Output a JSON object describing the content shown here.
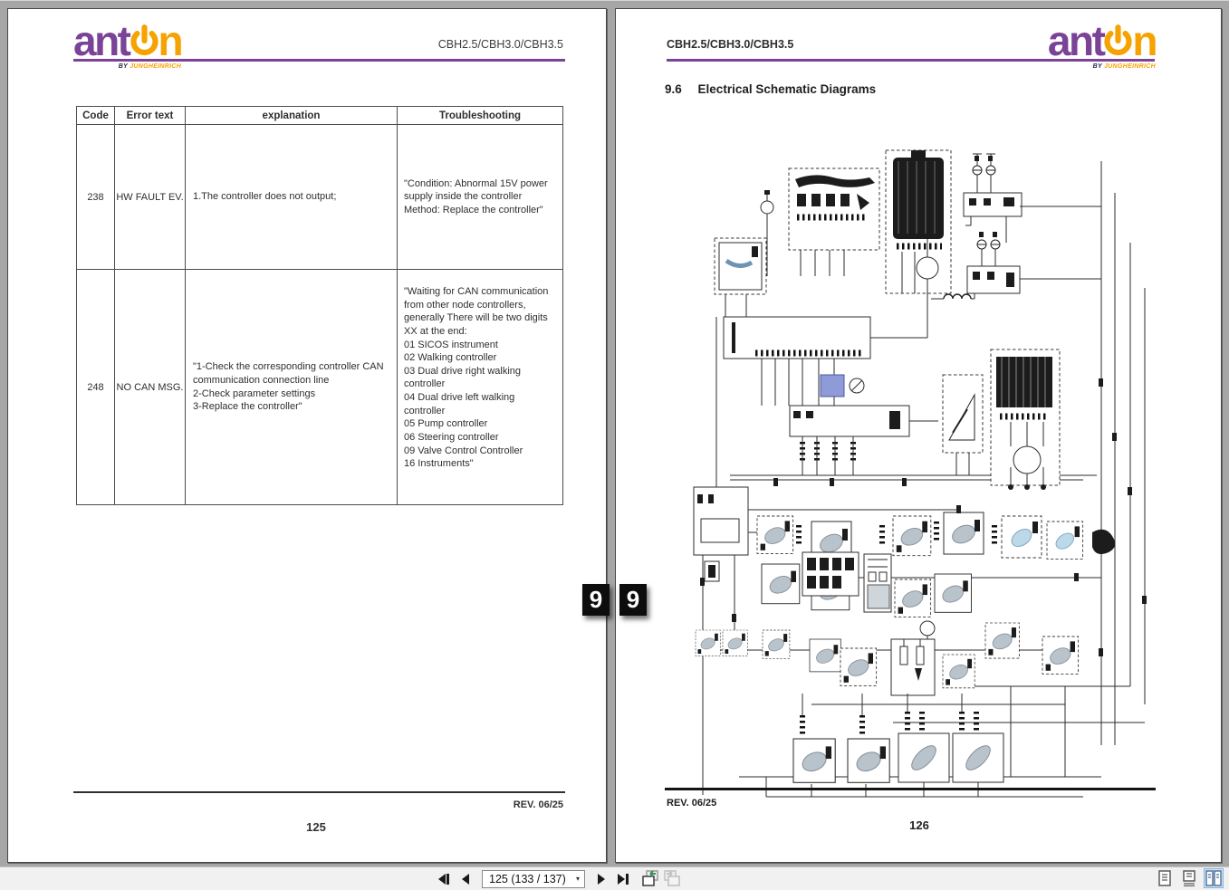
{
  "brand": {
    "name_left": "ant",
    "name_right": "n",
    "byline_by": "BY ",
    "byline_name": "JUNGHEINRICH",
    "purple": "#7b4397",
    "orange": "#f6a200"
  },
  "left_page": {
    "model": "CBH2.5/CBH3.0/CBH3.5",
    "chapter_tab": "9",
    "table": {
      "headers": [
        "Code",
        "Error text",
        "explanation",
        "Troubleshooting"
      ],
      "rows": [
        {
          "code": "238",
          "error_text": "HW FAULT EV.",
          "explanation": "1.The controller does not output;",
          "troubleshooting": "\"Condition: Abnormal 15V power supply inside the controller\nMethod: Replace the controller\""
        },
        {
          "code": "248",
          "error_text": "NO CAN MSG.",
          "explanation": "\"1-Check the corresponding controller CAN communication connection line\n2-Check parameter settings\n3-Replace the controller\"",
          "troubleshooting": "\"Waiting for CAN communication from other node controllers, generally There will be two digits XX at the end:\n01 SICOS instrument\n02 Walking controller\n03 Dual drive right walking controller\n04 Dual drive left walking controller\n05 Pump controller\n06 Steering controller\n09 Valve Control Controller\n16 Instruments\""
        }
      ]
    },
    "rev": "REV. 06/25",
    "page_number": "125"
  },
  "right_page": {
    "model": "CBH2.5/CBH3.0/CBH3.5",
    "chapter_tab": "9",
    "section_number": "9.6",
    "section_title": "Electrical Schematic Diagrams",
    "rev": "REV. 06/25",
    "page_number": "126"
  },
  "toolbar": {
    "page_selector_value": "125 (133 / 137)",
    "caret": "▾",
    "buttons": [
      "first-page",
      "previous-page",
      "next-page",
      "last-page",
      "previous-view",
      "next-view"
    ],
    "view_modes": [
      "single-page",
      "continuous",
      "facing"
    ],
    "active_view_mode": "facing",
    "history_arrow_color": "#3d8f5f"
  }
}
